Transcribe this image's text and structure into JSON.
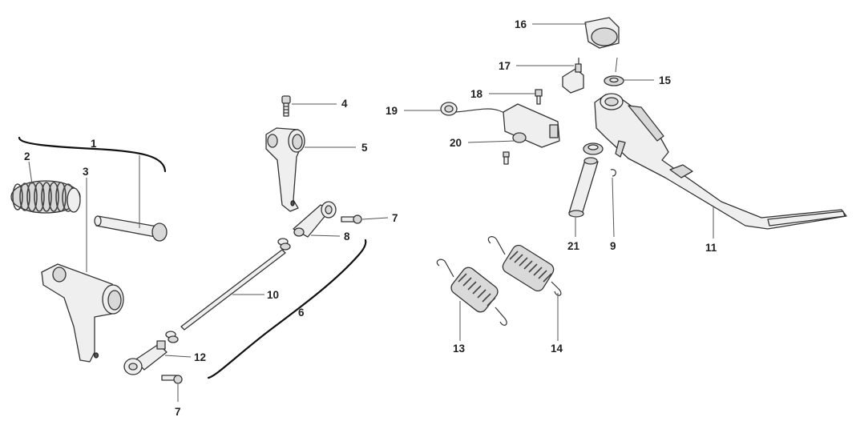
{
  "callouts": {
    "c1": "1",
    "c2": "2",
    "c3": "3",
    "c4": "4",
    "c5": "5",
    "c6": "6",
    "c7a": "7",
    "c7b": "7",
    "c8": "8",
    "c9": "9",
    "c10": "10",
    "c11": "11",
    "c12": "12",
    "c13": "13",
    "c14": "14",
    "c15": "15",
    "c16": "16",
    "c17": "17",
    "c18": "18",
    "c19": "19",
    "c20": "20",
    "c21": "21"
  },
  "colors": {
    "background": "#ffffff",
    "line": "#333333",
    "part_fill": "#efefef"
  }
}
